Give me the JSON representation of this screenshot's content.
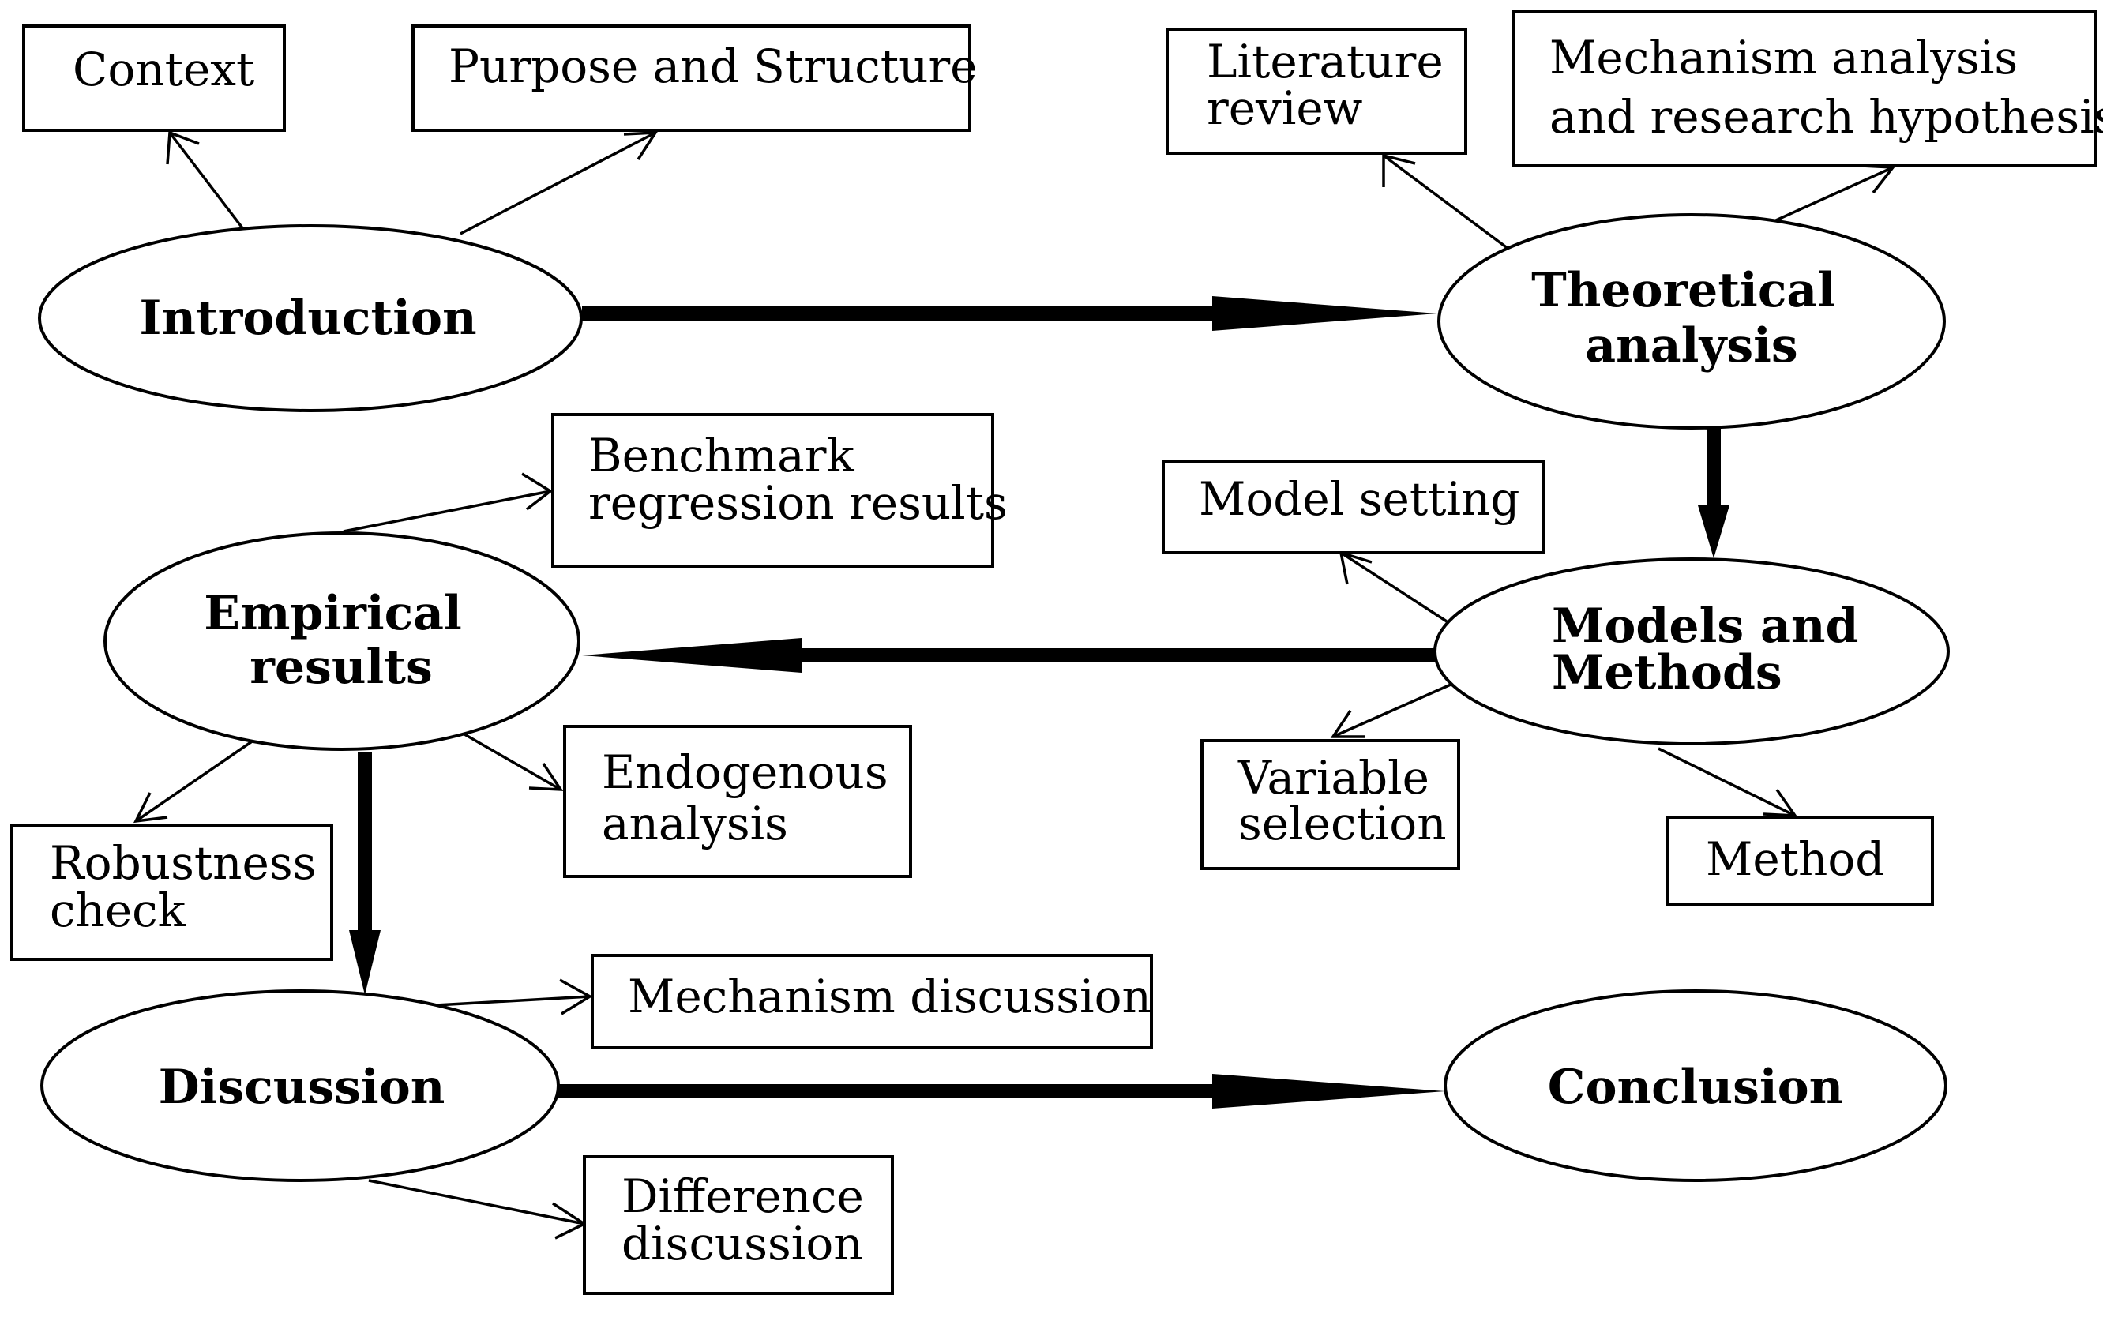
{
  "nodes": {
    "introduction": "Introduction",
    "theoretical_analysis": [
      "Theoretical",
      "analysis"
    ],
    "models_methods": [
      "Models and",
      "Methods"
    ],
    "empirical_results": [
      "Empirical",
      "results"
    ],
    "discussion": "Discussion",
    "conclusion": "Conclusion"
  },
  "boxes": {
    "context": "Context",
    "purpose_structure": "Purpose and Structure",
    "literature_review": [
      "Literature",
      "review"
    ],
    "mechanism_hypothesis": [
      "Mechanism analysis",
      "and research hypothesis"
    ],
    "benchmark": [
      "Benchmark",
      "regression results"
    ],
    "model_setting": "Model setting",
    "variable_selection": [
      "Variable",
      "selection"
    ],
    "method": "Method",
    "endogenous": [
      "Endogenous",
      "analysis"
    ],
    "robustness": [
      "Robustness",
      "check"
    ],
    "mechanism_discussion": "Mechanism discussion",
    "difference_discussion": [
      "Difference",
      "discussion"
    ]
  }
}
